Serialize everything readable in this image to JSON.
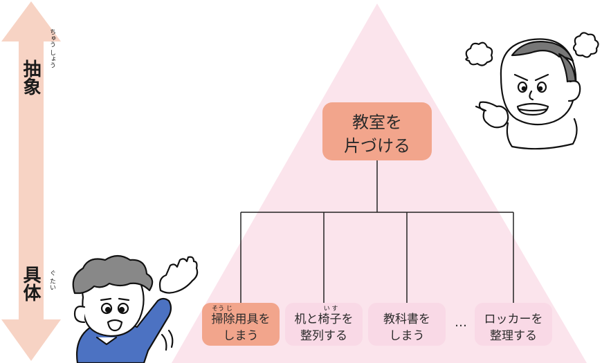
{
  "axis": {
    "top_label": "抽象",
    "top_ruby": "ちゅう しょう",
    "bottom_label": "具体",
    "bottom_ruby": "ぐ たい",
    "arrow_color": "#f7d3c4"
  },
  "pyramid": {
    "fill_color": "#fbe4ec"
  },
  "root": {
    "lines": [
      "教室を",
      "片づける"
    ],
    "fill_color": "#f2a58c"
  },
  "children": [
    {
      "lines": [
        "掃除用具を",
        "しまう"
      ],
      "ruby": "そう じ",
      "highlight": true
    },
    {
      "lines": [
        "机と椅子を",
        "整列する"
      ],
      "ruby": "い す",
      "highlight": false
    },
    {
      "lines": [
        "教科書を",
        "しまう"
      ],
      "highlight": false
    },
    {
      "lines": [
        "ロッカーを",
        "整理する"
      ],
      "highlight": false
    }
  ],
  "ellipsis": "…",
  "colors": {
    "child_fill": "#f9d9e6",
    "child_highlight_fill": "#f2a58c",
    "line": "#222222"
  },
  "illustrations": {
    "top_right": "thinking-man",
    "bottom_left": "boy-waving"
  }
}
